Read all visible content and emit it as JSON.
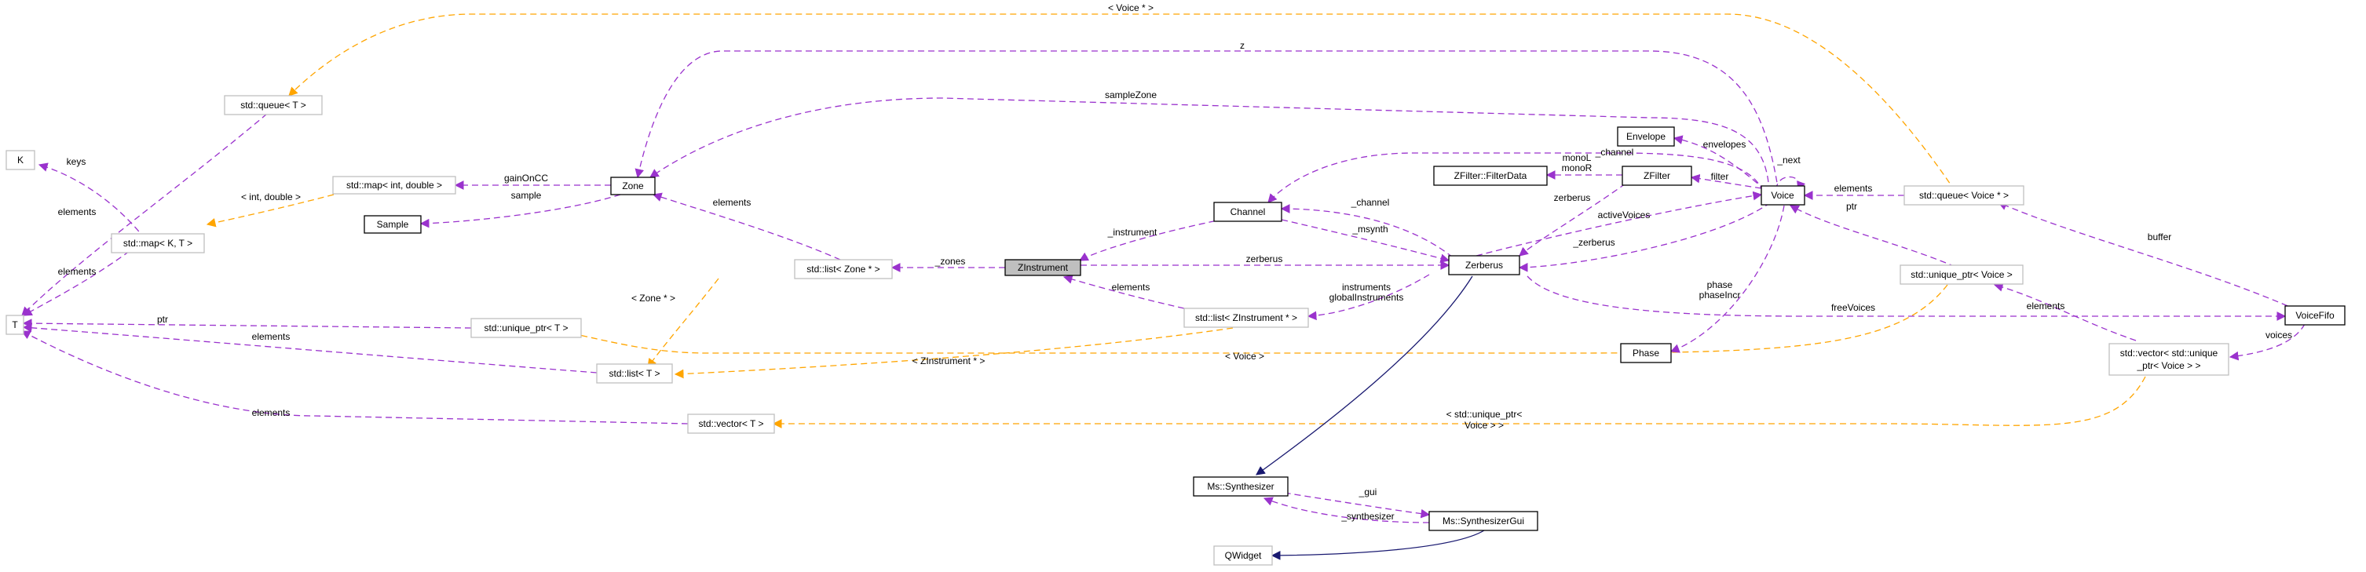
{
  "colors": {
    "usage": "#9a32cd",
    "template": "#ffa500",
    "inherit": "#191970",
    "border_dark": "#000000",
    "border_light": "#bfbfbf",
    "focus_fill": "#bfbfbf",
    "background": "#ffffff"
  },
  "nodes": {
    "zinstrument": "ZInstrument",
    "zones_list": "std::list< Zone * >",
    "zone": "Zone",
    "map_int_double": "std::map< int, double >",
    "sample": "Sample",
    "queue_t": "std::queue< T >",
    "k": "K",
    "map_k_t": "std::map< K, T >",
    "t": "T",
    "unique_ptr_t": "std::unique_ptr< T >",
    "list_t": "std::list< T >",
    "vector_t": "std::vector< T >",
    "channel": "Channel",
    "zerberus": "Zerberus",
    "zinstrument_list": "std::list< ZInstrument * >",
    "zfilter_data": "ZFilter::FilterData",
    "zfilter": "ZFilter",
    "envelope": "Envelope",
    "voice": "Voice",
    "phase": "Phase",
    "queue_voice": "std::queue< Voice * >",
    "unique_ptr_voice": "std::unique_ptr< Voice >",
    "vector_unique_ptr_voice": [
      "std::vector< std::unique",
      "_ptr< Voice > >"
    ],
    "voicefifo": "VoiceFifo",
    "ms_synthesizer": "Ms::Synthesizer",
    "ms_synthesizer_gui": "Ms::SynthesizerGui",
    "qwidget": "QWidget"
  },
  "edge_labels": {
    "voice_ptr_template": "< Voice * >",
    "z": "z",
    "sample_zone": "sampleZone",
    "channel_top": "_channel",
    "keys": "keys",
    "elements_queue": "elements",
    "elements_map": "elements",
    "int_double": "< int, double >",
    "gain_on_cc": "gainOnCC",
    "sample": "sample",
    "elements_zones": "elements",
    "zones": "_zones",
    "zone_ptr": "< Zone * >",
    "instrument": "_instrument",
    "channel_mid": "_channel",
    "msynth": "_msynth",
    "zerberus_main": "zerberus",
    "elements_inst": "elements",
    "instruments": [
      "instruments",
      "globalInstruments"
    ],
    "ptr_t": "ptr",
    "elements_list_t": "elements",
    "zinstrument_ptr": "< ZInstrument * >",
    "voice_template": "< Voice >",
    "elements_vector_t": "elements",
    "unique_ptr_voice_template": [
      "< std::unique_ptr<",
      "Voice > >"
    ],
    "mono": [
      "monoL",
      "monoR"
    ],
    "zerberus_zfilter": "zerberus",
    "envelopes": "envelopes",
    "next": "_next",
    "filter": "filter",
    "active_voices": "activeVoices",
    "zerberus_voice": "_zerberus",
    "phase": [
      "phase",
      "phaseIncr"
    ],
    "elements_voice_queue": "elements",
    "ptr_voice": "ptr",
    "buffer": "buffer",
    "free_voices": "freeVoices",
    "elements_vector_voice": "elements",
    "voices": "voices",
    "gui": "_gui",
    "synthesizer": "_synthesizer"
  }
}
